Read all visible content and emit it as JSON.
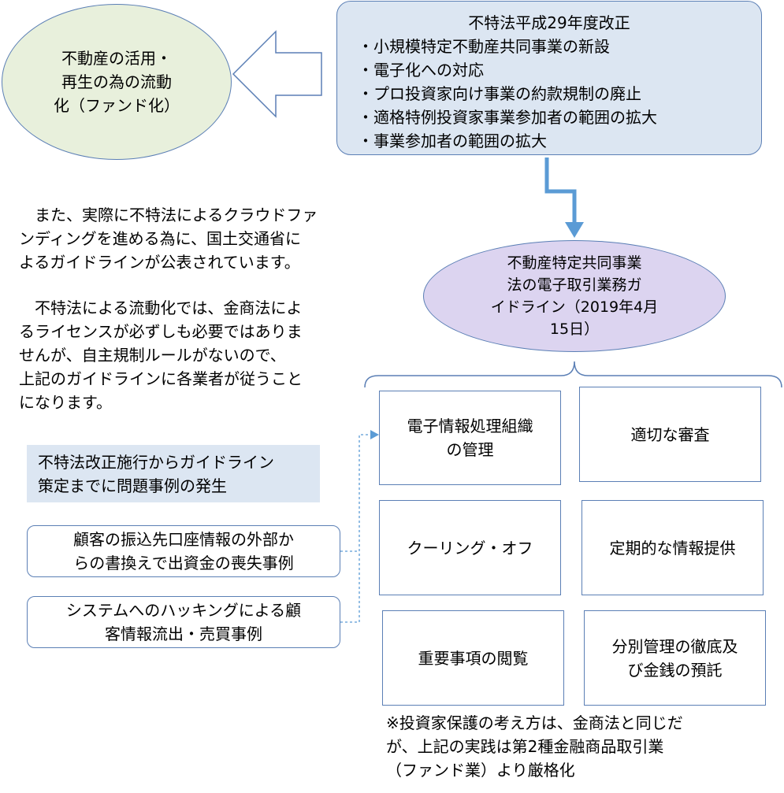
{
  "liquidation_ellipse": {
    "lines": [
      "不動産の活用・",
      "再生の為の流動",
      "化（ファンド化）"
    ]
  },
  "reform_box": {
    "title": "不特法平成29年度改正",
    "items": [
      "・小規模特定不動産共同事業の新設",
      "・電子化への対応",
      "・プロ投資家向け事業の約款規制の廃止",
      "・適格特例投資家事業参加者の範囲の拡大",
      "・事業参加者の範囲の拡大"
    ]
  },
  "guideline_ellipse": {
    "lines": [
      "不動産特定共同事業",
      "法の電子取引業務ガ",
      "イドライン（2019年4月",
      "15日）"
    ]
  },
  "paragraph1": {
    "lines": [
      "　また、実際に不特法によるクラウドファ",
      "ンディングを進める為に、国土交通省に",
      "よるガイドラインが公表されています。"
    ]
  },
  "paragraph2": {
    "lines": [
      "　不特法による流動化では、金商法によ",
      "るライセンスが必ずしも必要ではありま",
      "せんが、自主規制ルールがないので、",
      "上記のガイドラインに各業者が従うこと",
      "になります。"
    ]
  },
  "problem_header": {
    "lines": [
      "不特法改正施行からガイドライン",
      "策定までに問題事例の発生"
    ]
  },
  "cases": [
    {
      "lines": [
        "顧客の振込先口座情報の外部か",
        "らの書換えで出資金の喪失事例"
      ]
    },
    {
      "lines": [
        "システムへのハッキングによる顧",
        "客情報流出・売買事例"
      ]
    }
  ],
  "guideline_items": [
    {
      "lines": [
        "電子情報処理組織",
        "の管理"
      ]
    },
    {
      "lines": [
        "適切な審査"
      ]
    },
    {
      "lines": [
        "クーリング・オフ"
      ]
    },
    {
      "lines": [
        "定期的な情報提供"
      ]
    },
    {
      "lines": [
        "重要事項の閲覧"
      ]
    },
    {
      "lines": [
        "分別管理の徹底及",
        "び金銭の預託"
      ]
    }
  ],
  "note": {
    "lines": [
      "※投資家保護の考え方は、金商法と同じだ",
      "が、上記の実践は第2種金融商品取引業",
      "（ファンド業）より厳格化"
    ]
  },
  "colors": {
    "border": "#5b7fb5",
    "arrow": "#5b9bd5",
    "green_fill": "#e8f0dc",
    "blue_fill": "#dce6f2",
    "purple_fill": "#dcd4f0"
  }
}
